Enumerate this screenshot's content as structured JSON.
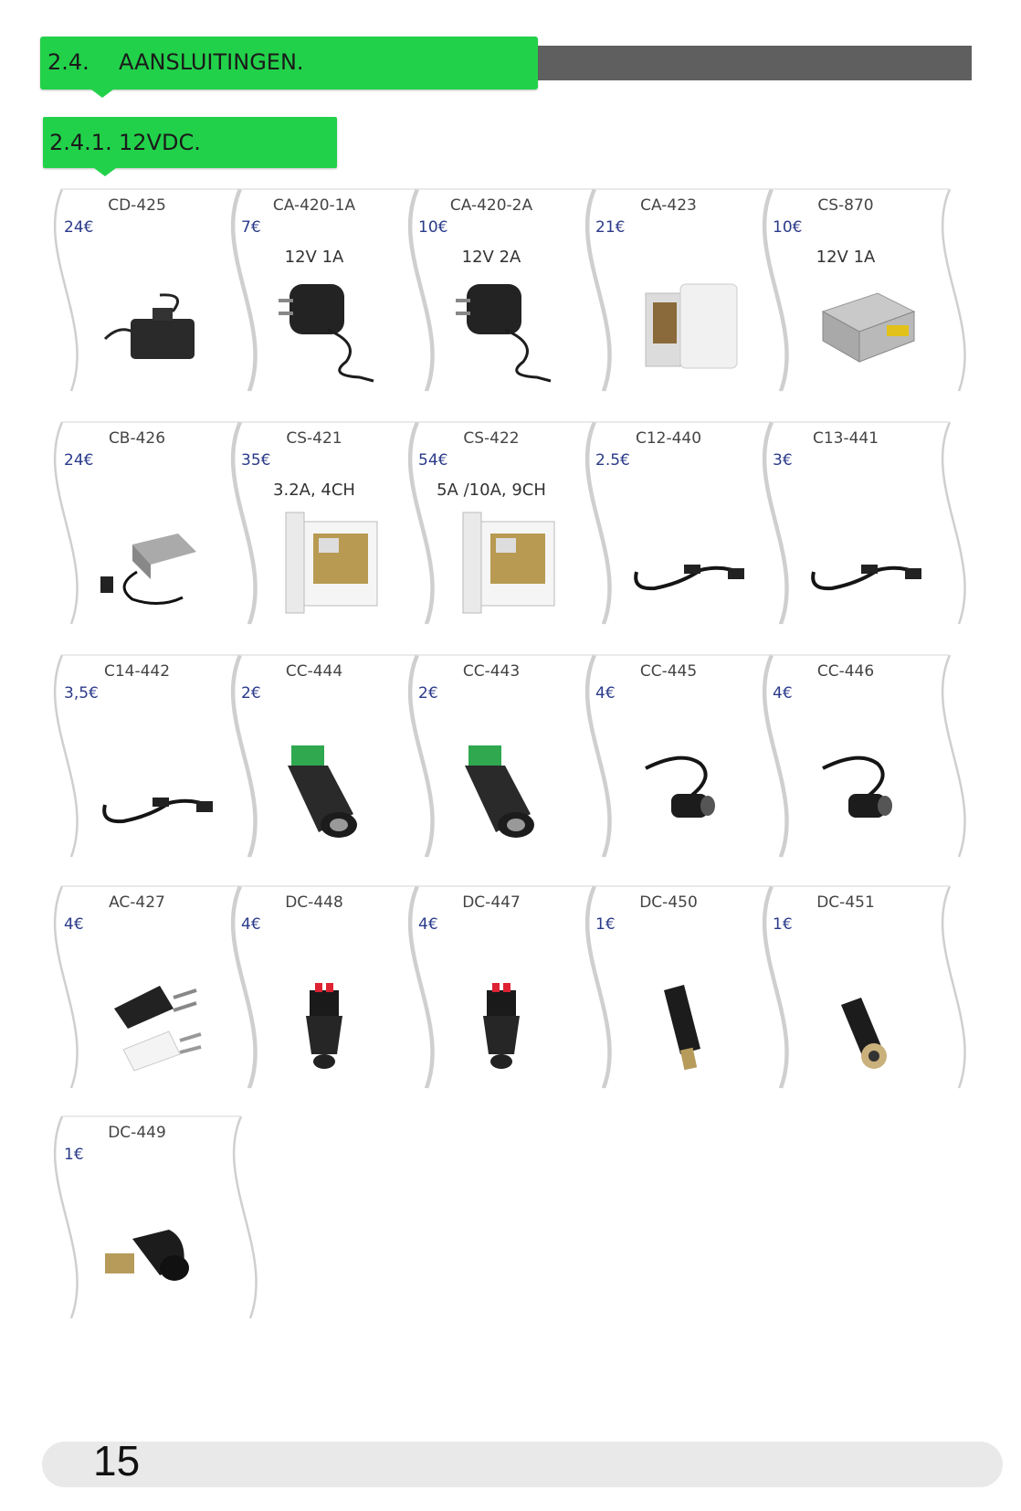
{
  "section": {
    "number": "2.4.",
    "title": "AANSLUITINGEN."
  },
  "subsection": {
    "number": "2.4.1.",
    "title": "12VDC."
  },
  "colors": {
    "accent": "#22d14a",
    "dark_bar": "#5f5f5f",
    "price": "#2a3a8a"
  },
  "products": [
    {
      "code": "CD-425",
      "price": "24€",
      "spec": "",
      "icon": "black-power-box-icon"
    },
    {
      "code": "CA-420-1A",
      "price": "7€",
      "spec": "12V 1A",
      "icon": "wall-adapter-icon"
    },
    {
      "code": "CA-420-2A",
      "price": "10€",
      "spec": "12V  2A",
      "icon": "wall-adapter-icon"
    },
    {
      "code": "CA-423",
      "price": "21€",
      "spec": "",
      "icon": "white-power-box-icon"
    },
    {
      "code": "CS-870",
      "price": "10€",
      "spec": "12V 1A",
      "icon": "metal-psu-icon"
    },
    {
      "code": "CB-426",
      "price": "24€",
      "spec": "",
      "icon": "grey-adapter-icon"
    },
    {
      "code": "CS-421",
      "price": "35€",
      "spec": "3.2A, 4CH",
      "icon": "psu-cabinet-icon"
    },
    {
      "code": "CS-422",
      "price": "54€",
      "spec": "5A /10A, 9CH",
      "icon": "psu-cabinet-icon"
    },
    {
      "code": "C12-440",
      "price": "2.5€",
      "spec": "",
      "icon": "splitter-cable-icon"
    },
    {
      "code": "C13-441",
      "price": "3€",
      "spec": "",
      "icon": "splitter-cable-icon"
    },
    {
      "code": "C14-442",
      "price": "3,5€",
      "spec": "",
      "icon": "splitter-cable-icon"
    },
    {
      "code": "CC-444",
      "price": "2€",
      "spec": "",
      "icon": "terminal-connector-icon"
    },
    {
      "code": "CC-443",
      "price": "2€",
      "spec": "",
      "icon": "terminal-connector-icon"
    },
    {
      "code": "CC-445",
      "price": "4€",
      "spec": "",
      "icon": "pigtail-cable-icon"
    },
    {
      "code": "CC-446",
      "price": "4€",
      "spec": "",
      "icon": "pigtail-cable-icon"
    },
    {
      "code": "AC-427",
      "price": "4€",
      "spec": "",
      "icon": "euro-plug-icon"
    },
    {
      "code": "DC-448",
      "price": "4€",
      "spec": "",
      "icon": "push-terminal-connector-icon"
    },
    {
      "code": "DC-447",
      "price": "4€",
      "spec": "",
      "icon": "push-terminal-connector-icon"
    },
    {
      "code": "DC-450",
      "price": "1€",
      "spec": "",
      "icon": "dc-plug-icon"
    },
    {
      "code": "DC-451",
      "price": "1€",
      "spec": "",
      "icon": "dc-jack-icon"
    },
    {
      "code": "DC-449",
      "price": "1€",
      "spec": "",
      "icon": "angled-dc-plug-icon"
    }
  ],
  "footer": {
    "page_number": "15"
  }
}
